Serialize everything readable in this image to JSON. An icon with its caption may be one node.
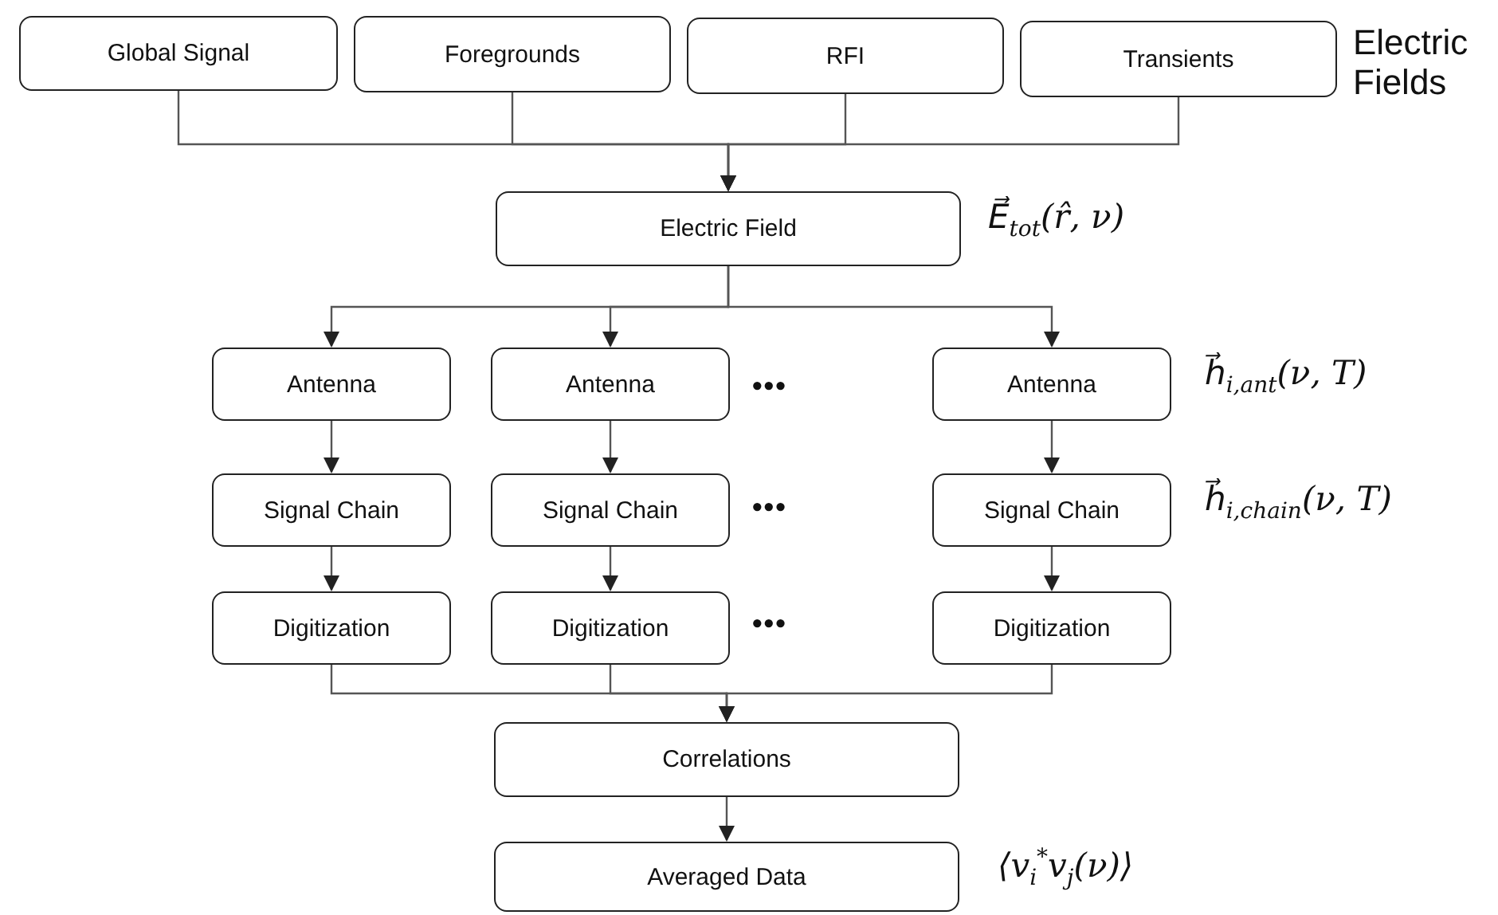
{
  "diagram": {
    "nodes": [
      {
        "text": [
          "Global Signal"
        ]
      },
      {
        "text": [
          "Foregrounds"
        ]
      },
      {
        "text": [
          "RFI"
        ]
      },
      {
        "text": [
          "Transients"
        ]
      },
      {
        "text": [
          "Electric Field"
        ],
        "beside": [
          "E⃗$_{tot}$(r̂, ν)"
        ]
      },
      {
        "text": [
          "Antenna"
        ]
      },
      {
        "text": [
          "Antenna"
        ]
      },
      {
        "text": [
          "Antenna"
        ],
        "beside": [
          "h⃗$_{i,ant}$(ν, T)"
        ]
      },
      {
        "text": [
          "Signal Chain"
        ]
      },
      {
        "text": [
          "Signal Chain"
        ]
      },
      {
        "text": [
          "Signal Chain"
        ],
        "beside": [
          "h⃗$_{i,chain}$(ν, T)"
        ]
      },
      {
        "text": [
          "Digitization"
        ]
      },
      {
        "text": [
          "Digitization"
        ]
      },
      {
        "text": [
          "Digitization"
        ]
      },
      {
        "text": [
          "Correlations"
        ]
      },
      {
        "text": [
          "Averaged Data"
        ],
        "beside": [
          "⟨v$_{i}$$^{*}$v$_{j}$(ν)⟩"
        ]
      }
    ],
    "edges": [
      {
        "from": 0,
        "to": 4,
        "arrow": "to"
      },
      {
        "from": 1,
        "to": 4,
        "arrow": "to"
      },
      {
        "from": 2,
        "to": 4,
        "arrow": "to"
      },
      {
        "from": 3,
        "to": 4,
        "arrow": "to"
      },
      {
        "from": 4,
        "to": 5,
        "arrow": "to"
      },
      {
        "from": 4,
        "to": 6,
        "arrow": "to"
      },
      {
        "from": 4,
        "to": 7,
        "arrow": "to"
      },
      {
        "from": 5,
        "to": 8,
        "arrow": "to"
      },
      {
        "from": 6,
        "to": 9,
        "arrow": "to"
      },
      {
        "from": 7,
        "to": 10,
        "arrow": "to"
      },
      {
        "from": 8,
        "to": 11,
        "arrow": "to"
      },
      {
        "from": 9,
        "to": 12,
        "arrow": "to"
      },
      {
        "from": 10,
        "to": 13,
        "arrow": "to"
      },
      {
        "from": 11,
        "to": 14,
        "arrow": "to"
      },
      {
        "from": 12,
        "to": 14,
        "arrow": "to"
      },
      {
        "from": 13,
        "to": 14,
        "arrow": "to"
      },
      {
        "from": 14,
        "to": 15,
        "arrow": "to"
      }
    ],
    "labels": [
      "Electric Fields",
      "•••",
      "•••",
      "•••"
    ]
  }
}
